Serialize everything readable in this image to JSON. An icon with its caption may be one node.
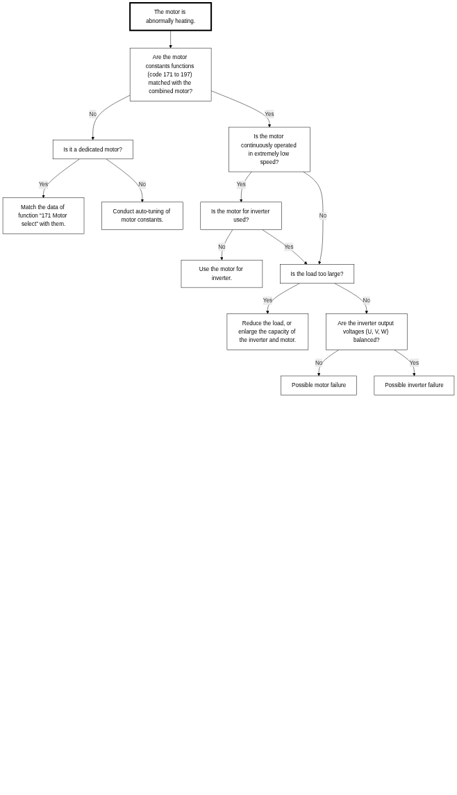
{
  "diagram": {
    "nodes": [
      {
        "text": [
          "The motor is abnormally heating."
        ]
      },
      {
        "text": [
          "Are the motor constants functions (code 171 to 197) matched with the combined motor?"
        ]
      },
      {
        "text": [
          "Is it a dedicated motor?"
        ]
      },
      {
        "text": [
          "Match the data of function “171 Motor select” with them."
        ]
      },
      {
        "text": [
          "Conduct auto-tuning of motor constants."
        ]
      },
      {
        "text": [
          "Is the motor continuously operated in extremely low speed?"
        ]
      },
      {
        "text": [
          "Is the motor for inverter used?"
        ]
      },
      {
        "text": [
          "Use the motor for inverter."
        ]
      },
      {
        "text": [
          "Is the load too large?"
        ]
      },
      {
        "text": [
          "Reduce the load, or enlarge the capacity of the inverter and motor."
        ]
      },
      {
        "text": [
          "Are the inverter output voltages (U, V, W) balanced?"
        ]
      },
      {
        "text": [
          "Possible motor failure"
        ]
      },
      {
        "text": [
          "Possible inverter failure"
        ]
      }
    ],
    "edges": [
      {
        "from": 0,
        "to": 1,
        "arrow": "to"
      },
      {
        "from": 1,
        "to": 2,
        "arrow": "to",
        "label": "No"
      },
      {
        "from": 2,
        "to": 3,
        "arrow": "to",
        "label": "Yes"
      },
      {
        "from": 2,
        "to": 4,
        "arrow": "to",
        "label": "No"
      },
      {
        "from": 1,
        "to": 5,
        "arrow": "to",
        "label": "Yes"
      },
      {
        "from": 5,
        "to": 8,
        "arrow": "to",
        "label": "No"
      },
      {
        "from": 5,
        "to": 6,
        "arrow": "to",
        "label": "Yes"
      },
      {
        "from": 6,
        "to": 7,
        "arrow": "to",
        "label": "No"
      },
      {
        "from": 6,
        "to": 8,
        "arrow": "to",
        "label": "Yes"
      },
      {
        "from": 8,
        "to": 9,
        "arrow": "to",
        "label": "Yes"
      },
      {
        "from": 8,
        "to": 10,
        "arrow": "to",
        "label": "No"
      },
      {
        "from": 10,
        "to": 11,
        "arrow": "to",
        "label": "No"
      },
      {
        "from": 10,
        "to": 12,
        "arrow": "to",
        "label": "Yes"
      }
    ]
  }
}
